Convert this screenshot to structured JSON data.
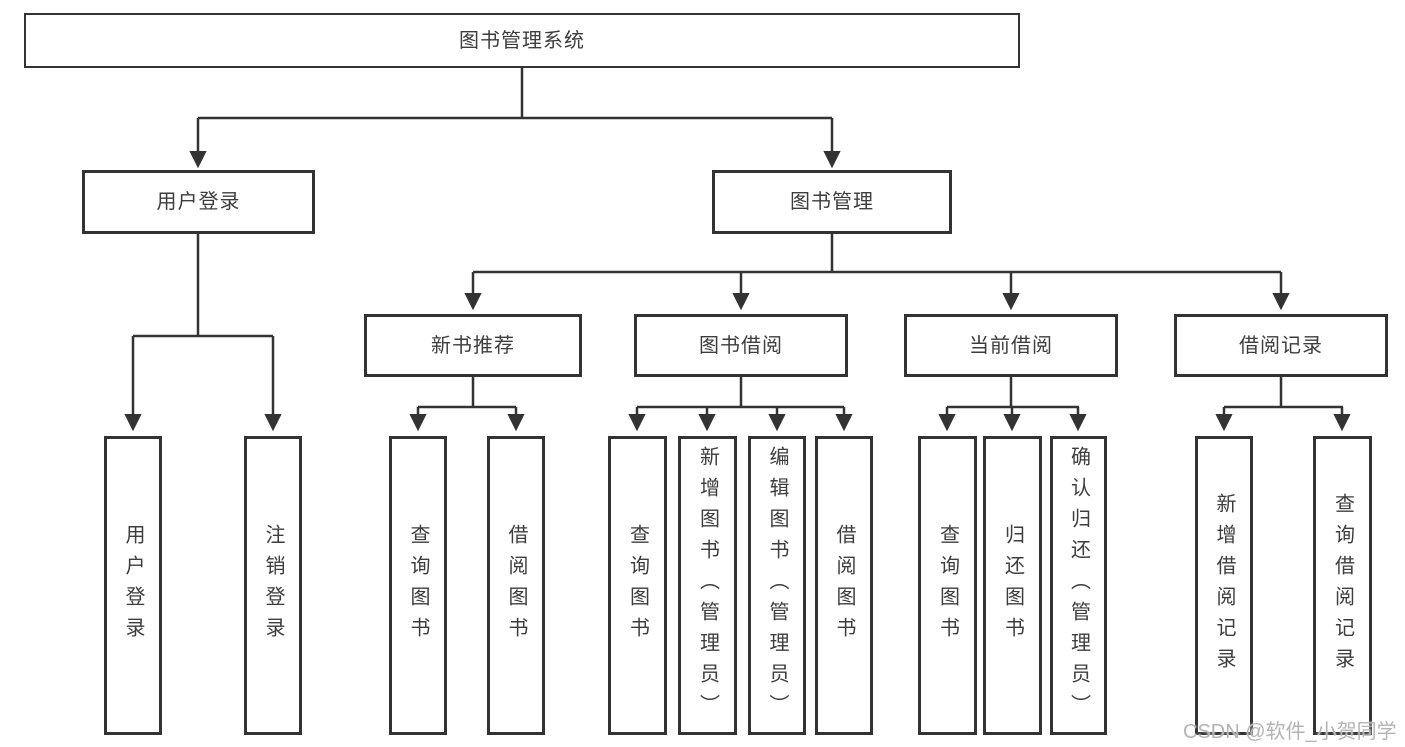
{
  "tree": {
    "label": "图书管理系统",
    "children": [
      {
        "label": "用户登录",
        "children": [
          {
            "label": "用户登录"
          },
          {
            "label": "注销登录"
          }
        ]
      },
      {
        "label": "图书管理",
        "children": [
          {
            "label": "新书推荐",
            "children": [
              {
                "label": "查询图书"
              },
              {
                "label": "借阅图书"
              }
            ]
          },
          {
            "label": "图书借阅",
            "children": [
              {
                "label": "查询图书"
              },
              {
                "label": "新增图书（管理员）"
              },
              {
                "label": "编辑图书（管理员）"
              },
              {
                "label": "借阅图书"
              }
            ]
          },
          {
            "label": "当前借阅",
            "children": [
              {
                "label": "查询图书"
              },
              {
                "label": "归还图书"
              },
              {
                "label": "确认归还（管理员）"
              }
            ]
          },
          {
            "label": "借阅记录",
            "children": [
              {
                "label": "新增借阅记录"
              },
              {
                "label": "查询借阅记录"
              }
            ]
          }
        ]
      }
    ]
  },
  "watermark": {
    "text": "CSDN @软件_小贺同学"
  },
  "colors": {
    "line": "#333333",
    "box_border": "#333333",
    "box_fill": "#ffffff",
    "text": "#3d3d3d",
    "watermark": "#b4b4b4"
  }
}
